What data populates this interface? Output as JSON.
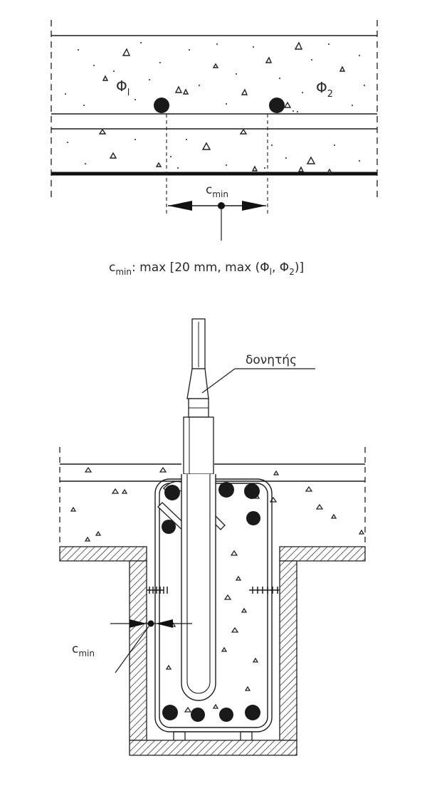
{
  "top_figure": {
    "bar_left_label": "Φ",
    "bar_left_sub": "l",
    "bar_right_label": "Φ",
    "bar_right_sub": "2",
    "dim_label": "c",
    "dim_label_sub": "min",
    "formula": {
      "c": "c",
      "min": "min",
      "colon": ":",
      "pre": " max [20 mm, max (Φ",
      "sub1": "l",
      "mid": ", Φ",
      "sub2": "2",
      "post": ")]"
    }
  },
  "bottom_figure": {
    "vibrator_label": "δονητής",
    "cover_label": "c",
    "cover_label_sub": "min"
  }
}
